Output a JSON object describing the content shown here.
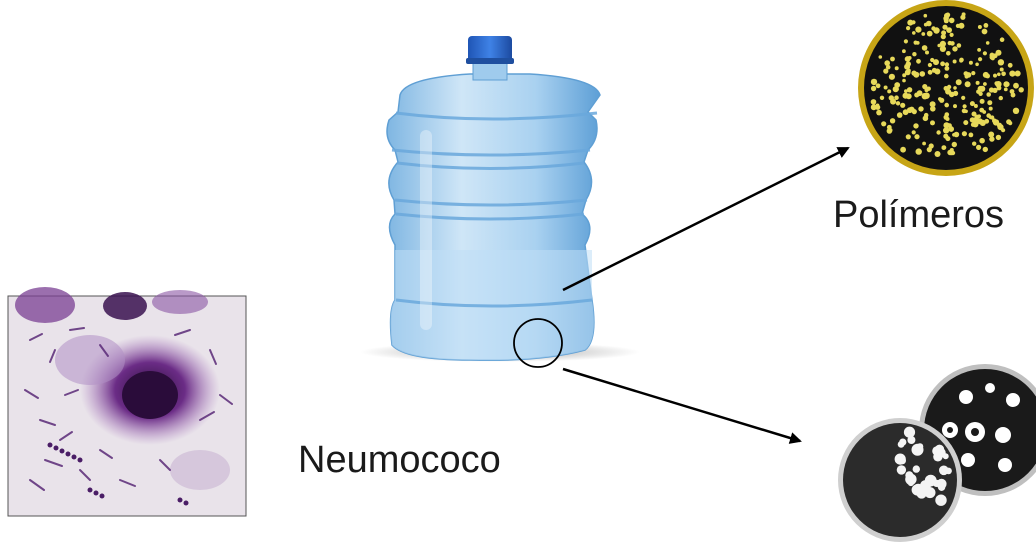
{
  "labels": {
    "polimeros": "Polímeros",
    "neumococo": "Neumococo"
  },
  "colors": {
    "bottle_light": "#cfe6f7",
    "bottle_mid": "#8fc4ea",
    "bottle_dark": "#3e8fd1",
    "cap": "#2e6fd6",
    "stain_purple": "#6b2c86",
    "colony_yellow": "#e7d95a",
    "dish_black": "#111111",
    "arrow": "#000000"
  },
  "icons": {
    "bottle": "water-jug-image",
    "micrograph": "stained-micrograph-image",
    "yellow_dish": "petri-dish-yellow-colonies-image",
    "bw_dishes": "petri-dishes-bw-image"
  }
}
